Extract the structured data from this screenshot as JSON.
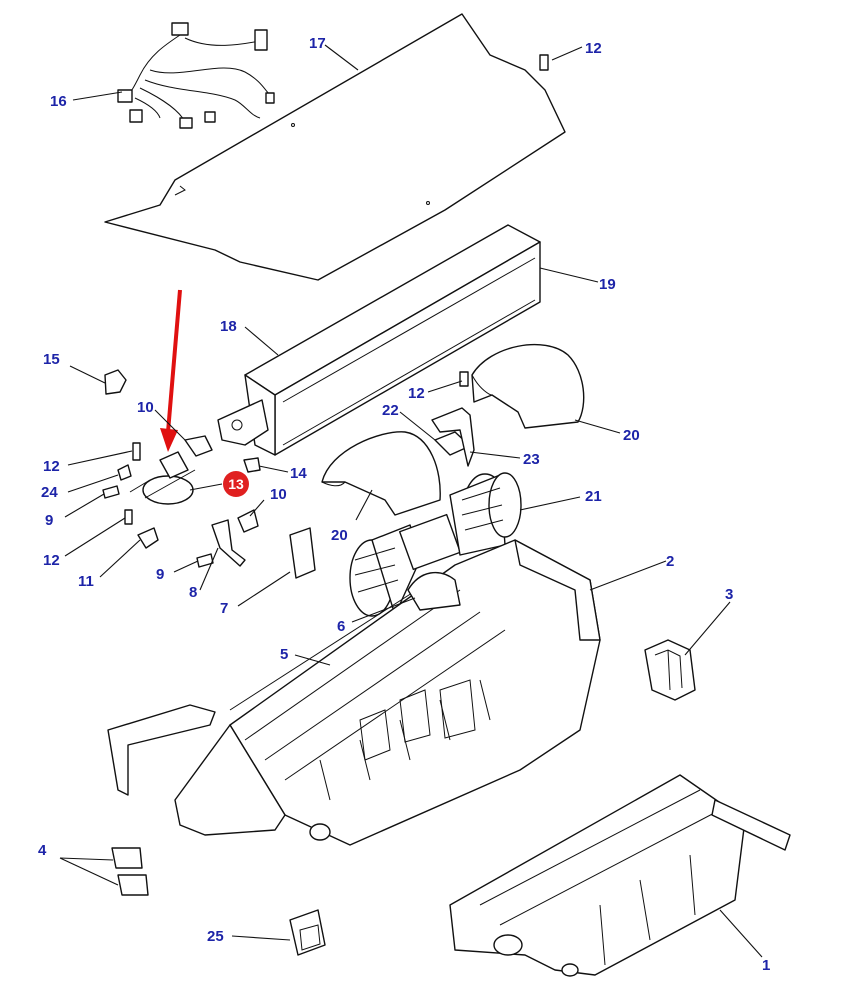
{
  "callouts": [
    {
      "id": "c1",
      "text": "1"
    },
    {
      "id": "c2",
      "text": "2"
    },
    {
      "id": "c3",
      "text": "3"
    },
    {
      "id": "c4",
      "text": "4"
    },
    {
      "id": "c5",
      "text": "5"
    },
    {
      "id": "c6",
      "text": "6"
    },
    {
      "id": "c7",
      "text": "7"
    },
    {
      "id": "c8",
      "text": "8"
    },
    {
      "id": "c9a",
      "text": "9"
    },
    {
      "id": "c9b",
      "text": "9"
    },
    {
      "id": "c10a",
      "text": "10"
    },
    {
      "id": "c10b",
      "text": "10"
    },
    {
      "id": "c11",
      "text": "11"
    },
    {
      "id": "c12a",
      "text": "12"
    },
    {
      "id": "c12b",
      "text": "12"
    },
    {
      "id": "c12c",
      "text": "12"
    },
    {
      "id": "c12d",
      "text": "12"
    },
    {
      "id": "c14",
      "text": "14"
    },
    {
      "id": "c15",
      "text": "15"
    },
    {
      "id": "c16",
      "text": "16"
    },
    {
      "id": "c17",
      "text": "17"
    },
    {
      "id": "c18",
      "text": "18"
    },
    {
      "id": "c19",
      "text": "19"
    },
    {
      "id": "c20a",
      "text": "20"
    },
    {
      "id": "c20b",
      "text": "20"
    },
    {
      "id": "c21",
      "text": "21"
    },
    {
      "id": "c22",
      "text": "22"
    },
    {
      "id": "c23",
      "text": "23"
    },
    {
      "id": "c24",
      "text": "24"
    },
    {
      "id": "c25",
      "text": "25"
    }
  ],
  "highlight": {
    "text": "13",
    "color": "#e02020"
  },
  "colors": {
    "label": "#1d24a8",
    "arrow": "#e01010",
    "line": "#111111"
  }
}
